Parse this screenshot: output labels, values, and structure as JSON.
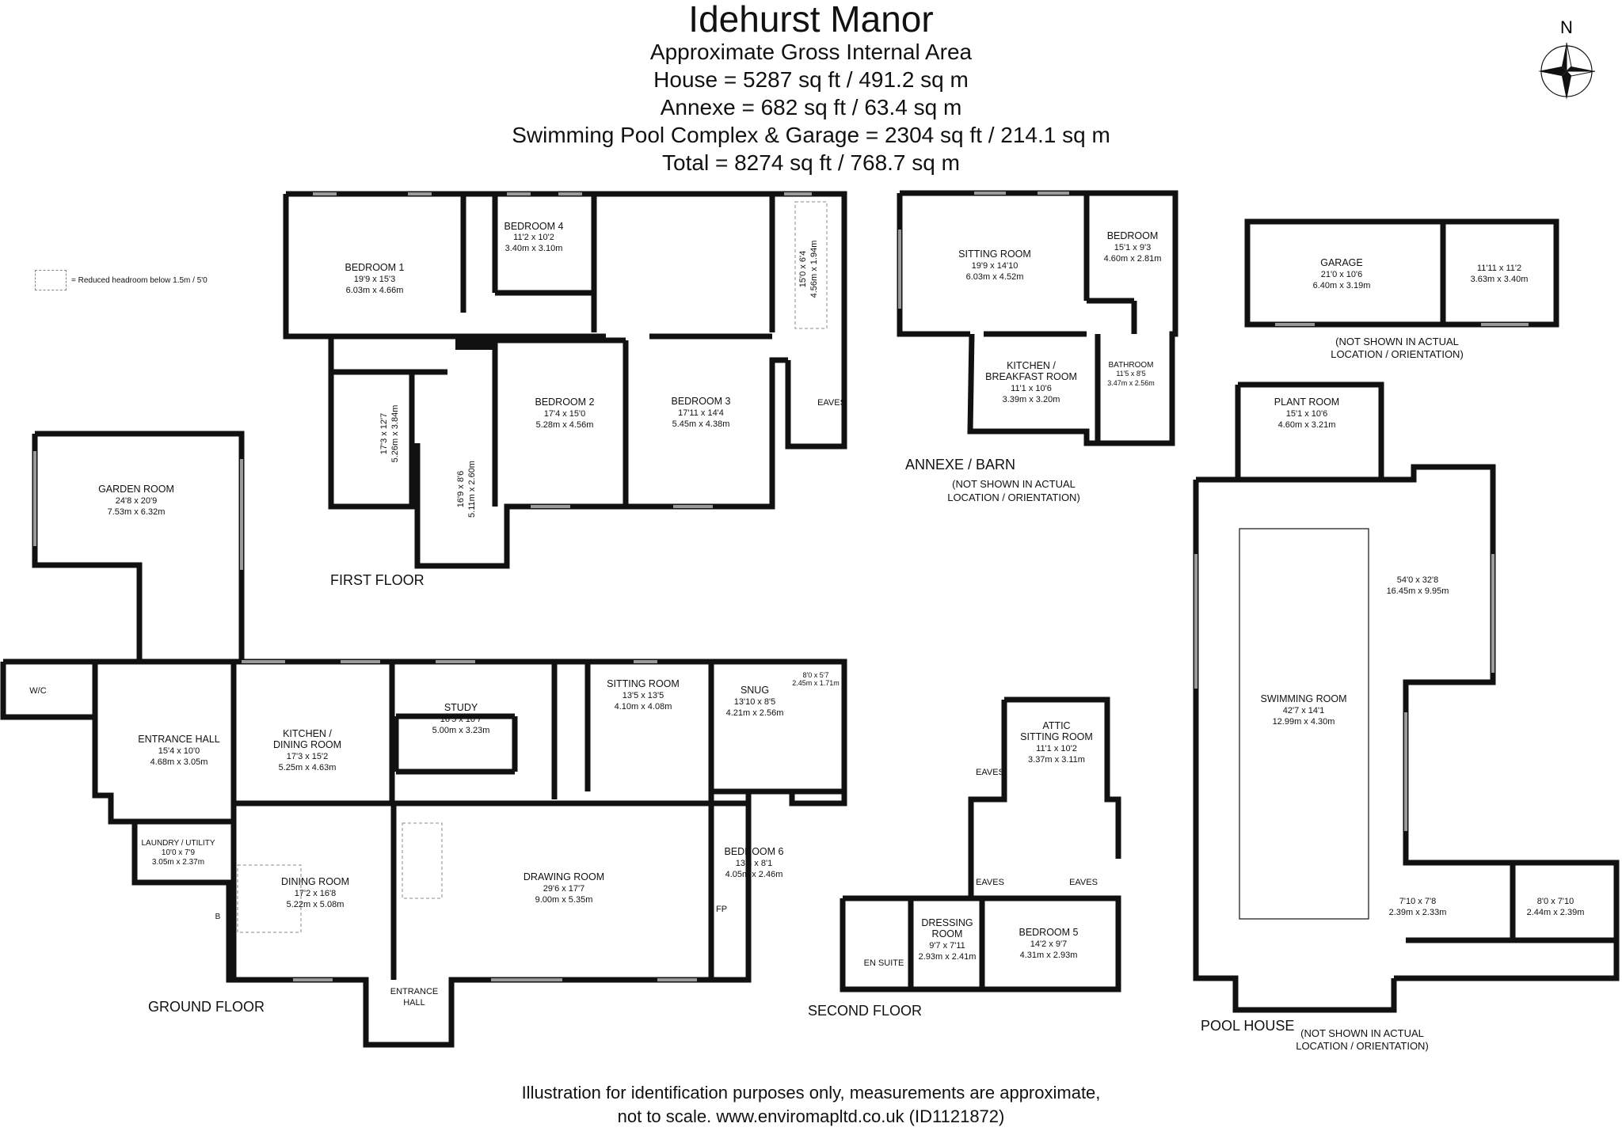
{
  "header": {
    "title": "Idehurst Manor",
    "subtitle": "Approximate Gross Internal Area",
    "areas": [
      "House = 5287 sq ft / 491.2 sq m",
      "Annexe = 682 sq ft / 63.4 sq m",
      "Swimming Pool Complex & Garage = 2304 sq ft / 214.1 sq m",
      "Total = 8274 sq ft / 768.7 sq m"
    ]
  },
  "compass_label": "N",
  "legend_text": "= Reduced headroom below 1.5m / 5'0",
  "floor_labels": {
    "first": "FIRST FLOOR",
    "ground": "GROUND FLOOR",
    "second": "SECOND FLOOR",
    "annexe": "ANNEXE / BARN",
    "pool": "POOL HOUSE"
  },
  "location_note": [
    "(NOT SHOWN IN ACTUAL",
    "LOCATION / ORIENTATION)"
  ],
  "rooms": {
    "bedroom1": [
      "BEDROOM 1",
      "19'9 x 15'3",
      "6.03m x 4.66m"
    ],
    "bedroom4": [
      "BEDROOM 4",
      "11'2 x 10'2",
      "3.40m x 3.10m"
    ],
    "bedroom2": [
      "BEDROOM 2",
      "17'4 x 15'0",
      "5.28m x 4.56m"
    ],
    "bedroom3": [
      "BEDROOM 3",
      "17'11 x 14'4",
      "5.45m x 4.38m"
    ],
    "ff_bath_a": [
      "17'3 x 12'7",
      "5.26m x 3.84m"
    ],
    "ff_bath_b": [
      "16'9 x 8'6",
      "5.11m x 2.60m"
    ],
    "ff_bath_c": [
      "15'0 x 6'4",
      "4.56m x 1.94m"
    ],
    "eaves": "EAVES",
    "garden_room": [
      "GARDEN ROOM",
      "24'8 x 20'9",
      "7.53m x 6.32m"
    ],
    "wc": "W/C",
    "entrance_hall": [
      "ENTRANCE HALL",
      "15'4 x 10'0",
      "4.68m x 3.05m"
    ],
    "kitchen_dining": [
      "KITCHEN /",
      "DINING ROOM",
      "17'3 x 15'2",
      "5.25m x 4.63m"
    ],
    "study": [
      "STUDY",
      "16'5 x 10'7",
      "5.00m x 3.23m"
    ],
    "sitting_room": [
      "SITTING ROOM",
      "13'5 x 13'5",
      "4.10m x 4.08m"
    ],
    "snug": [
      "SNUG",
      "13'10 x 8'5",
      "4.21m x 2.56m"
    ],
    "snug_wc": [
      "8'0 x 5'7",
      "2.45m x 1.71m"
    ],
    "laundry": [
      "LAUNDRY / UTILITY",
      "10'0 x 7'9",
      "3.05m x 2.37m"
    ],
    "dining_room": [
      "DINING ROOM",
      "17'2 x 16'8",
      "5.22m x 5.08m"
    ],
    "drawing_room": [
      "DRAWING ROOM",
      "29'6 x 17'7",
      "9.00m x 5.35m"
    ],
    "bedroom6": [
      "BEDROOM 6",
      "13'3 x 8'1",
      "4.05m x 2.46m"
    ],
    "entrance_hall_2": [
      "ENTRANCE",
      "HALL"
    ],
    "fp": "FP",
    "b_mark": "B",
    "ax_sitting": [
      "SITTING ROOM",
      "19'9 x 14'10",
      "6.03m x 4.52m"
    ],
    "ax_bedroom": [
      "BEDROOM",
      "15'1 x 9'3",
      "4.60m x 2.81m"
    ],
    "ax_kitchen": [
      "KITCHEN /",
      "BREAKFAST ROOM",
      "11'1 x 10'6",
      "3.39m x 3.20m"
    ],
    "ax_bathroom": [
      "BATHROOM",
      "11'5 x 8'5",
      "3.47m x 2.56m"
    ],
    "garage": [
      "GARAGE",
      "21'0 x 10'6",
      "6.40m x 3.19m"
    ],
    "garage_store": [
      "11'11 x 11'2",
      "3.63m x 3.40m"
    ],
    "plant_room": [
      "PLANT ROOM",
      "15'1 x 10'6",
      "4.60m x 3.21m"
    ],
    "pool_hall": [
      "54'0 x 32'8",
      "16.45m x 9.95m"
    ],
    "swimming_room": [
      "SWIMMING ROOM",
      "42'7 x 14'1",
      "12.99m x 4.30m"
    ],
    "changing_1": [
      "7'10 x 7'8",
      "2.39m x 2.33m"
    ],
    "changing_2": [
      "8'0 x 7'10",
      "2.44m x 2.39m"
    ],
    "attic_sitting": [
      "ATTIC",
      "SITTING ROOM",
      "11'1 x 10'2",
      "3.37m x 3.11m"
    ],
    "dressing_room": [
      "DRESSING",
      "ROOM",
      "9'7 x 7'11",
      "2.93m x 2.41m"
    ],
    "en_suite": "EN SUITE",
    "bedroom5": [
      "BEDROOM 5",
      "14'2 x 9'7",
      "4.31m x 2.93m"
    ]
  },
  "footer": [
    "Illustration for identification purposes only, measurements are approximate,",
    "not to scale. www.enviromapltd.co.uk (ID1121872)"
  ],
  "colors": {
    "wall": "#111111",
    "window": "#9a9a9a",
    "ink": "#111111"
  }
}
